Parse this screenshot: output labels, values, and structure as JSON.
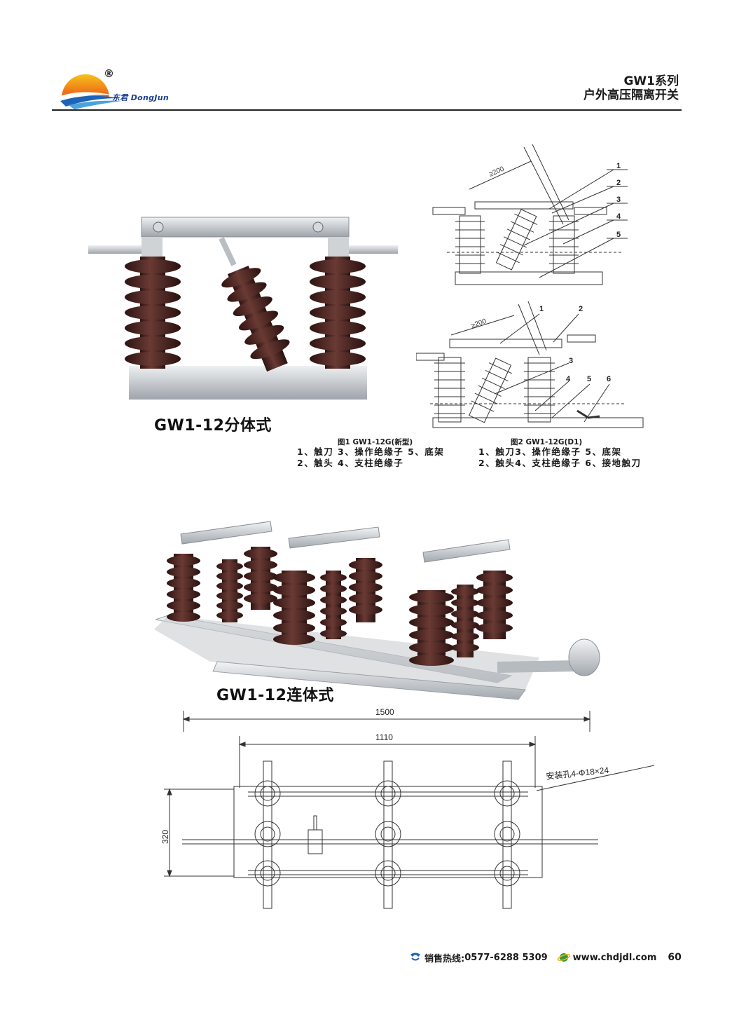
{
  "header": {
    "registered_mark": "®",
    "brand_cn": "东君",
    "brand_en": "DongJun",
    "series_line1": "GW1系列",
    "series_line2": "户外高压隔离开关"
  },
  "products": [
    {
      "title": "GW1-12分体式"
    },
    {
      "title": "GW1-12连体式"
    }
  ],
  "figure1": {
    "caption": "图1 GW1-12G(新型)",
    "clearance": "≥200",
    "callouts": [
      "1",
      "2",
      "3",
      "4",
      "5"
    ],
    "legend_row1": "1、触刀  3、操作绝缘子  5、底架",
    "legend_row2": "2、触头  4、支柱绝缘子"
  },
  "figure2": {
    "caption": "图2 GW1-12G(D1)",
    "clearance": "≥200",
    "callouts": [
      "1",
      "2",
      "3",
      "4",
      "5",
      "6"
    ],
    "legend_row1": "1、触刀3、操作绝缘子  5、底架",
    "legend_row2": "2、触头4、支柱绝缘子  6、接地触刀"
  },
  "drawing": {
    "dim_total": "1500",
    "dim_inner": "1110",
    "dim_height": "320",
    "mount_note": "安装孔4-Φ18×24"
  },
  "footer": {
    "hotline_label": "销售热线:",
    "hotline": "0577-6288 5309",
    "website": "www.chdjdl.com",
    "page": "60",
    "icons": [
      "phone-icon",
      "globe-icon"
    ]
  },
  "colors": {
    "porcelain": "#4a2723",
    "metal": "#c7cbcf",
    "logo_sun": "#f08a1c",
    "logo_wave": "#1e63b5"
  }
}
